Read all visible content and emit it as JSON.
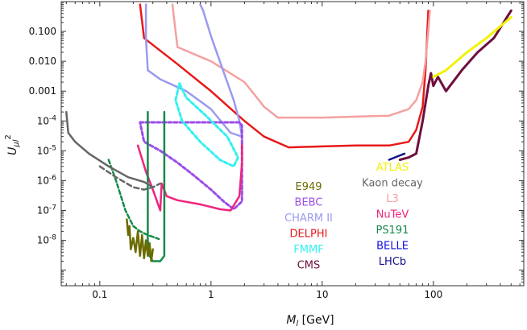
{
  "chart_data": {
    "type": "line",
    "xlabel": {
      "base": "M",
      "sub": "l",
      "rest": " [GeV]"
    },
    "ylabel": {
      "base": "U",
      "sub": "μl",
      "sup": "2"
    },
    "xscale": "log",
    "yscale": "log",
    "xlim": [
      0.045,
      650
    ],
    "ylim": [
      3e-10,
      1
    ],
    "xticks": [
      {
        "v": 0.1,
        "label": "0.1"
      },
      {
        "v": 1,
        "label": "1"
      },
      {
        "v": 10,
        "label": "10"
      },
      {
        "v": 100,
        "label": "100"
      }
    ],
    "yticks": [
      {
        "v": 0.1,
        "label": "0.100"
      },
      {
        "v": 0.01,
        "label": "0.010"
      },
      {
        "v": 0.001,
        "label": "0.001"
      },
      {
        "v": 0.0001,
        "label": "10",
        "sup": "-4"
      },
      {
        "v": 1e-05,
        "label": "10",
        "sup": "-5"
      },
      {
        "v": 1e-06,
        "label": "10",
        "sup": "-6"
      },
      {
        "v": 1e-07,
        "label": "10",
        "sup": "-7"
      },
      {
        "v": 1e-08,
        "label": "10",
        "sup": "-8"
      }
    ],
    "grid": false,
    "legend": [
      {
        "label": "E949",
        "color": "#6b6b00"
      },
      {
        "label": "BEBC",
        "color": "#9b4de8"
      },
      {
        "label": "CHARM II",
        "color": "#9a9af0"
      },
      {
        "label": "DELPHI",
        "color": "#e81919"
      },
      {
        "label": "FMMF",
        "color": "#33f0f0"
      },
      {
        "label": "CMS",
        "color": "#6e0f3e"
      },
      {
        "label": "ATLAS",
        "color": "#f2f20a"
      },
      {
        "label": "Kaon decay",
        "color": "#666666"
      },
      {
        "label": "L3",
        "color": "#f5a0a0"
      },
      {
        "label": "NuTeV",
        "color": "#f0247f"
      },
      {
        "label": "PS191",
        "color": "#158a4a"
      },
      {
        "label": "BELLE",
        "color": "#1010e8"
      },
      {
        "label": "LHCb",
        "color": "#101088"
      }
    ],
    "series": [
      {
        "name": "DELPHI",
        "color": "#e81919",
        "width": 2.5,
        "dash": "",
        "x": [
          0.23,
          0.25,
          0.5,
          1,
          2,
          3,
          5,
          10,
          20,
          40,
          60,
          70,
          80,
          85,
          90
        ],
        "y": [
          0.8,
          0.06,
          0.008,
          0.001,
          0.0001,
          3e-05,
          1.3e-05,
          1.4e-05,
          1.5e-05,
          1.5e-05,
          2e-05,
          5e-05,
          0.0003,
          0.005,
          0.5
        ]
      },
      {
        "name": "L3",
        "color": "#f5a0a0",
        "width": 2.5,
        "dash": "",
        "x": [
          0.45,
          0.48,
          0.5,
          1,
          2,
          3,
          4,
          10,
          20,
          40,
          60,
          70,
          80,
          85,
          90,
          93
        ],
        "y": [
          0.8,
          0.1,
          0.03,
          0.01,
          0.002,
          0.0003,
          0.00013,
          0.00013,
          0.00014,
          0.00015,
          0.00025,
          0.0005,
          0.002,
          0.01,
          0.1,
          0.5
        ]
      },
      {
        "name": "CHARM II",
        "color": "#9a9af0",
        "width": 2.5,
        "dash": "",
        "x": [
          0.26,
          0.26,
          0.27,
          0.35,
          0.6,
          1,
          1.5,
          1.9,
          1.8,
          1.6,
          1.4,
          1.2,
          1.0,
          0.85,
          0.8
        ],
        "y": [
          0.8,
          0.06,
          0.005,
          0.0025,
          0.001,
          0.00025,
          4e-05,
          3e-05,
          0.0001,
          0.0005,
          0.002,
          0.01,
          0.07,
          0.5,
          0.8
        ]
      },
      {
        "name": "BEBC",
        "color": "#9b4de8",
        "width": 3,
        "dash": "4,3",
        "x": [
          0.23,
          0.4,
          0.7,
          1,
          1.5,
          1.8,
          1.9,
          1.9,
          1.6,
          1.3,
          1,
          0.7,
          0.5,
          0.35,
          0.25,
          0.23
        ],
        "y": [
          9e-05,
          9e-05,
          9e-05,
          9e-05,
          9e-05,
          9e-05,
          7e-05,
          2e-07,
          1.1e-07,
          2e-07,
          5e-07,
          1.5e-06,
          4e-06,
          1e-05,
          2e-05,
          9e-05
        ]
      },
      {
        "name": "FMMF",
        "color": "#33f0f0",
        "width": 3,
        "dash": "4,3",
        "x": [
          0.52,
          0.6,
          0.9,
          1.4,
          1.75,
          1.6,
          1.2,
          0.8,
          0.55,
          0.48,
          0.52
        ],
        "y": [
          0.0018,
          0.0006,
          0.00015,
          3e-05,
          6e-06,
          3e-06,
          5e-06,
          2e-05,
          0.0001,
          0.0005,
          0.0018
        ]
      },
      {
        "name": "NuTeV",
        "color": "#f0247f",
        "width": 2.5,
        "dash": "",
        "x": [
          0.22,
          0.26,
          0.3,
          0.35,
          0.36,
          0.4,
          0.5,
          0.8,
          1.2,
          1.5,
          1.8,
          1.9,
          1.9
        ],
        "y": [
          1.5e-05,
          2e-06,
          5e-07,
          1e-07,
          8e-07,
          3e-07,
          2.2e-07,
          1.6e-07,
          1.1e-07,
          1e-07,
          3e-07,
          4e-06,
          1.6e-05
        ]
      },
      {
        "name": "PS191 solid",
        "color": "#158a4a",
        "width": 2.5,
        "dash": "",
        "x": [
          0.27,
          0.27,
          0.28,
          0.3,
          0.35,
          0.38,
          0.38
        ],
        "y": [
          0.0002,
          1e-08,
          3e-09,
          2e-09,
          2e-09,
          3e-09,
          0.0002
        ]
      },
      {
        "name": "PS191 dashed",
        "color": "#158a4a",
        "width": 2.5,
        "dash": "5,3",
        "x": [
          0.12,
          0.14,
          0.17,
          0.2,
          0.23,
          0.27,
          0.32,
          0.34
        ],
        "y": [
          5e-06,
          1e-06,
          1e-07,
          3e-08,
          2e-08,
          1.5e-08,
          1.2e-08,
          1.1e-08
        ]
      },
      {
        "name": "Kaon decay solid",
        "color": "#666666",
        "width": 2.5,
        "dash": "",
        "x": [
          0.05,
          0.052,
          0.06,
          0.08,
          0.12,
          0.18,
          0.25,
          0.3
        ],
        "y": [
          0.0002,
          4e-05,
          2e-05,
          8e-06,
          3e-06,
          1.3e-06,
          9e-07,
          6e-07
        ]
      },
      {
        "name": "Kaon decay dashed",
        "color": "#666666",
        "width": 2.5,
        "dash": "6,4",
        "x": [
          0.1,
          0.14,
          0.2,
          0.25,
          0.3,
          0.35
        ],
        "y": [
          3e-06,
          1.3e-06,
          6e-07,
          5e-07,
          6e-07,
          8e-07
        ]
      },
      {
        "name": "E949",
        "color": "#6b6b00",
        "width": 2.5,
        "dash": "",
        "x": [
          0.175,
          0.18,
          0.185,
          0.19,
          0.2,
          0.21,
          0.22,
          0.23,
          0.24,
          0.25,
          0.26,
          0.27,
          0.28,
          0.29,
          0.3
        ],
        "y": [
          5e-08,
          1.5e-08,
          3e-08,
          5e-09,
          1.2e-08,
          4e-09,
          2e-08,
          3e-09,
          1.5e-08,
          2.5e-09,
          1e-08,
          3e-09,
          8e-09,
          2e-09,
          5e-09
        ]
      },
      {
        "name": "CMS",
        "color": "#6e0f3e",
        "width": 3,
        "dash": "",
        "x": [
          50,
          60,
          70,
          80,
          90,
          95,
          100,
          110,
          130,
          180,
          250,
          350,
          500
        ],
        "y": [
          5e-06,
          6e-06,
          8e-06,
          0.0001,
          0.0015,
          0.004,
          0.0015,
          0.003,
          0.001,
          0.005,
          0.02,
          0.06,
          0.5
        ]
      },
      {
        "name": "ATLAS",
        "color": "#f2f20a",
        "width": 3,
        "dash": "",
        "x": [
          100,
          130,
          200,
          300,
          500
        ],
        "y": [
          0.003,
          0.005,
          0.02,
          0.06,
          0.3
        ]
      },
      {
        "name": "LHCb",
        "color": "#101088",
        "width": 2.5,
        "dash": "",
        "x": [
          40,
          45,
          50,
          55
        ],
        "y": [
          5e-06,
          6e-06,
          7e-06,
          8e-06
        ]
      }
    ]
  }
}
